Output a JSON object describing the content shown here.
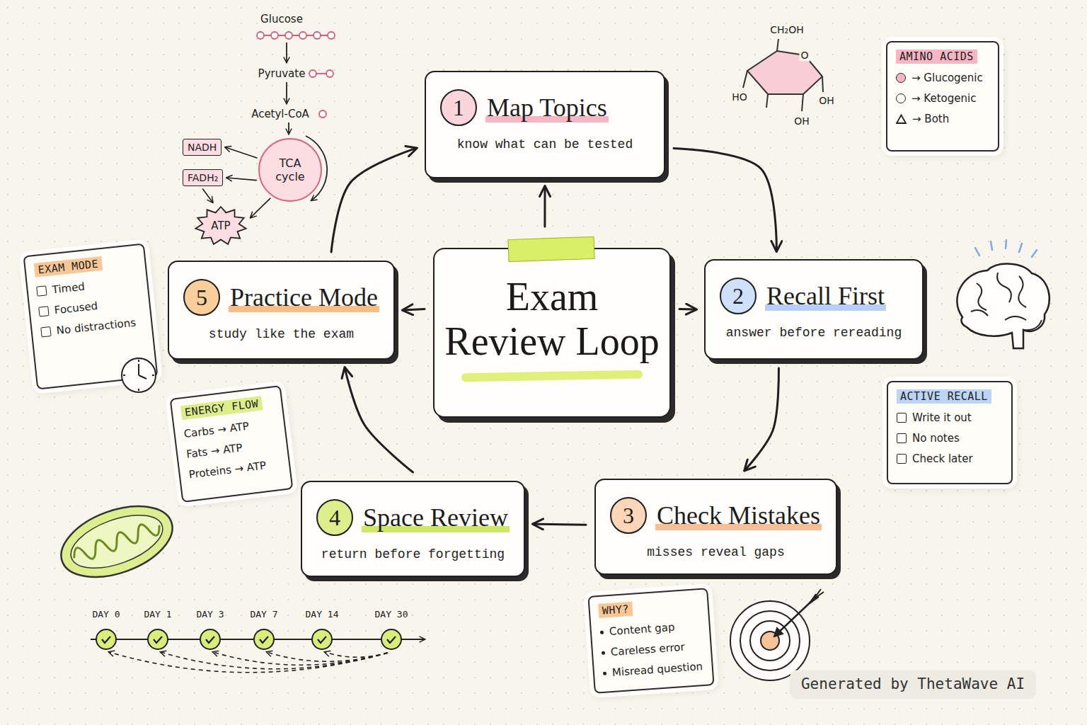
{
  "diagram": {
    "nodes": [
      {
        "text": [
          "Exam Review Loop"
        ]
      },
      {
        "text": [
          "Map Topics",
          "know what can be tested"
        ]
      },
      {
        "text": [
          "1"
        ],
        "in": 1
      },
      {
        "text": [
          "Recall First",
          "answer before rereading"
        ]
      },
      {
        "text": [
          "2"
        ],
        "in": 3
      },
      {
        "text": [
          "Check Mistakes",
          "misses reveal gaps"
        ]
      },
      {
        "text": [
          "3"
        ],
        "in": 5
      },
      {
        "text": [
          "Space Review",
          "return before forgetting"
        ]
      },
      {
        "text": [
          "4"
        ],
        "in": 7
      },
      {
        "text": [
          "Practice Mode",
          "study like the exam"
        ]
      },
      {
        "text": [
          "5"
        ],
        "in": 9
      },
      {
        "text": [
          "TCA cycle"
        ]
      },
      {
        "text": [
          "NADH"
        ]
      },
      {
        "text": [
          "FADH₂"
        ]
      },
      {
        "text": [
          "ATP"
        ]
      },
      {
        "text": [
          "AMINO ACIDS",
          "→ Glucogenic",
          "→ Ketogenic",
          "→ Both"
        ]
      },
      {
        "text": [
          "EXAM MODE",
          "Timed",
          "Focused",
          "No distractions"
        ]
      },
      {
        "text": [
          "ENERGY FLOW",
          "Carbs → ATP",
          "Fats → ATP",
          "Proteins → ATP"
        ]
      },
      {
        "text": [
          "ACTIVE RECALL",
          "Write it out",
          "No notes",
          "Check later"
        ]
      },
      {
        "text": [
          "WHY?",
          "Content gap",
          "Careless error",
          "Misread question"
        ]
      }
    ],
    "edges": [
      {
        "from": 0,
        "to": 1,
        "arrow": "to"
      },
      {
        "from": 0,
        "to": 3,
        "arrow": "to"
      },
      {
        "from": 0,
        "to": 9,
        "arrow": "to"
      },
      {
        "from": 1,
        "to": 3,
        "arrow": "to"
      },
      {
        "from": 3,
        "to": 5,
        "arrow": "to"
      },
      {
        "from": 5,
        "to": 7,
        "arrow": "to"
      },
      {
        "from": 7,
        "to": 9,
        "arrow": "to"
      },
      {
        "from": 9,
        "to": 1,
        "arrow": "to"
      },
      {
        "from": 11,
        "to": 12,
        "arrow": "to"
      },
      {
        "from": 11,
        "to": 13,
        "arrow": "to"
      },
      {
        "from": 13,
        "to": 14,
        "arrow": "to"
      },
      {
        "from": 11,
        "to": 14,
        "arrow": "to"
      }
    ],
    "labels": [
      "Glucose",
      "Pyruvate",
      "Acetyl-CoA",
      "CH₂OH",
      "O",
      "HO",
      "OH",
      "OH",
      "DAY 0",
      "DAY 1",
      "DAY 3",
      "DAY 7",
      "DAY 14",
      "DAY 30",
      "Generated by ThetaWave AI"
    ]
  }
}
